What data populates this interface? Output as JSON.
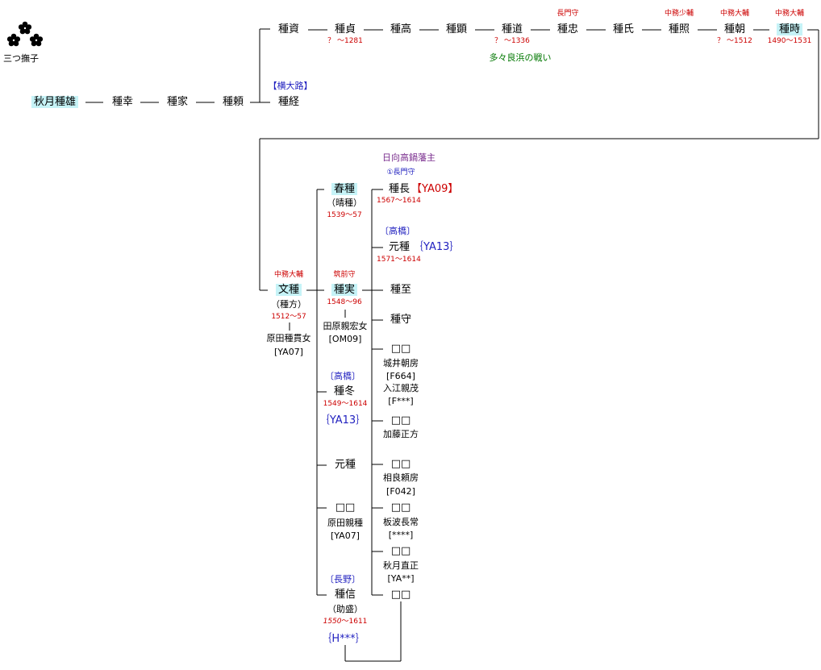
{
  "crest": {
    "label": "三つ撫子",
    "icon": "three-nadeshiko-crest-icon"
  },
  "colors": {
    "highlight": "#c6f3f7",
    "red": "#cc0000",
    "blue": "#1f1fbf",
    "green": "#007700",
    "purple": "#7a2e8e"
  },
  "line1": {
    "tanesuke": "種資",
    "tanesada": "種貞",
    "tanesada_dates": "？ ～1281",
    "tanetaka": "種高",
    "taneaki": "種顕",
    "tanemichi": "種道",
    "tanemichi_dates": "？ ～1336",
    "tanetada": "種忠",
    "tanetada_title": "長門守",
    "taneuji": "種氏",
    "taneteru": "種照",
    "taneteru_title": "中務少輔",
    "tanetomo": "種朝",
    "tanetomo_title": "中務大輔",
    "tanetomo_dates": "？ ～1512",
    "tanetoki": "種時",
    "tanetoki_title": "中務大輔",
    "tanetoki_dates": "1490～1531",
    "battle": "多々良浜の戦い"
  },
  "line2": {
    "taneo": "秋月種雄",
    "taneyuki": "種幸",
    "taneie": "種家",
    "taneyori": "種頼",
    "tanetsune": "種経",
    "tanetsune_note": "【横大路】"
  },
  "fumitane": {
    "name": "文種",
    "title": "中務大輔",
    "alt": "（種方）",
    "dates": "1512～57",
    "wife": "原田種貫女",
    "wife_code": "[YA07]"
  },
  "gen2": {
    "harutane": {
      "name": "春種",
      "alt": "（晴種）",
      "dates": "1539～57"
    },
    "tanezane": {
      "name": "種実",
      "title": "筑前守",
      "dates": "1548～96",
      "wife": "田原親宏女",
      "wife_code": "[OM09]"
    },
    "tanefuyu": {
      "note": "〔高橋〕",
      "name": "種冬",
      "dates": "1549～1614",
      "code": "｛YA13｝"
    },
    "mototane": {
      "name": "元種"
    },
    "unknown": {
      "name": "□□",
      "spouse": "原田親種",
      "spouse_code": "[YA07]"
    },
    "tanenobu": {
      "note": "〔長野〕",
      "name": "種信",
      "alt": "（助盛）",
      "birth": "1550",
      "death": "～1611",
      "code": "｛H***｝"
    }
  },
  "gen3": {
    "han_title": "日向高鍋藩主",
    "tanenaga": {
      "title": "①長門守",
      "name": "種長",
      "code": "【YA09】",
      "dates": "1567～1614"
    },
    "mototane": {
      "note": "〔高橋〕",
      "name": "元種",
      "code": "｛YA13｝",
      "dates": "1571～1614"
    },
    "taneshi": {
      "name": "種至"
    },
    "tanemori": {
      "name": "種守"
    },
    "d1": {
      "name": "□□",
      "h1": "城井朝房",
      "h1_code": "[F664]",
      "h2": "入江親茂",
      "h2_code": "[F***]"
    },
    "d2": {
      "name": "□□",
      "h1": "加藤正方"
    },
    "d3": {
      "name": "□□",
      "h1": "相良頼房",
      "h1_code": "[F042]"
    },
    "d4": {
      "name": "□□",
      "h1": "板波長常",
      "h1_code": "[****]"
    },
    "d5": {
      "name": "□□",
      "h1": "秋月直正",
      "h1_code": "[YA**]"
    },
    "d6": {
      "name": "□□"
    }
  }
}
